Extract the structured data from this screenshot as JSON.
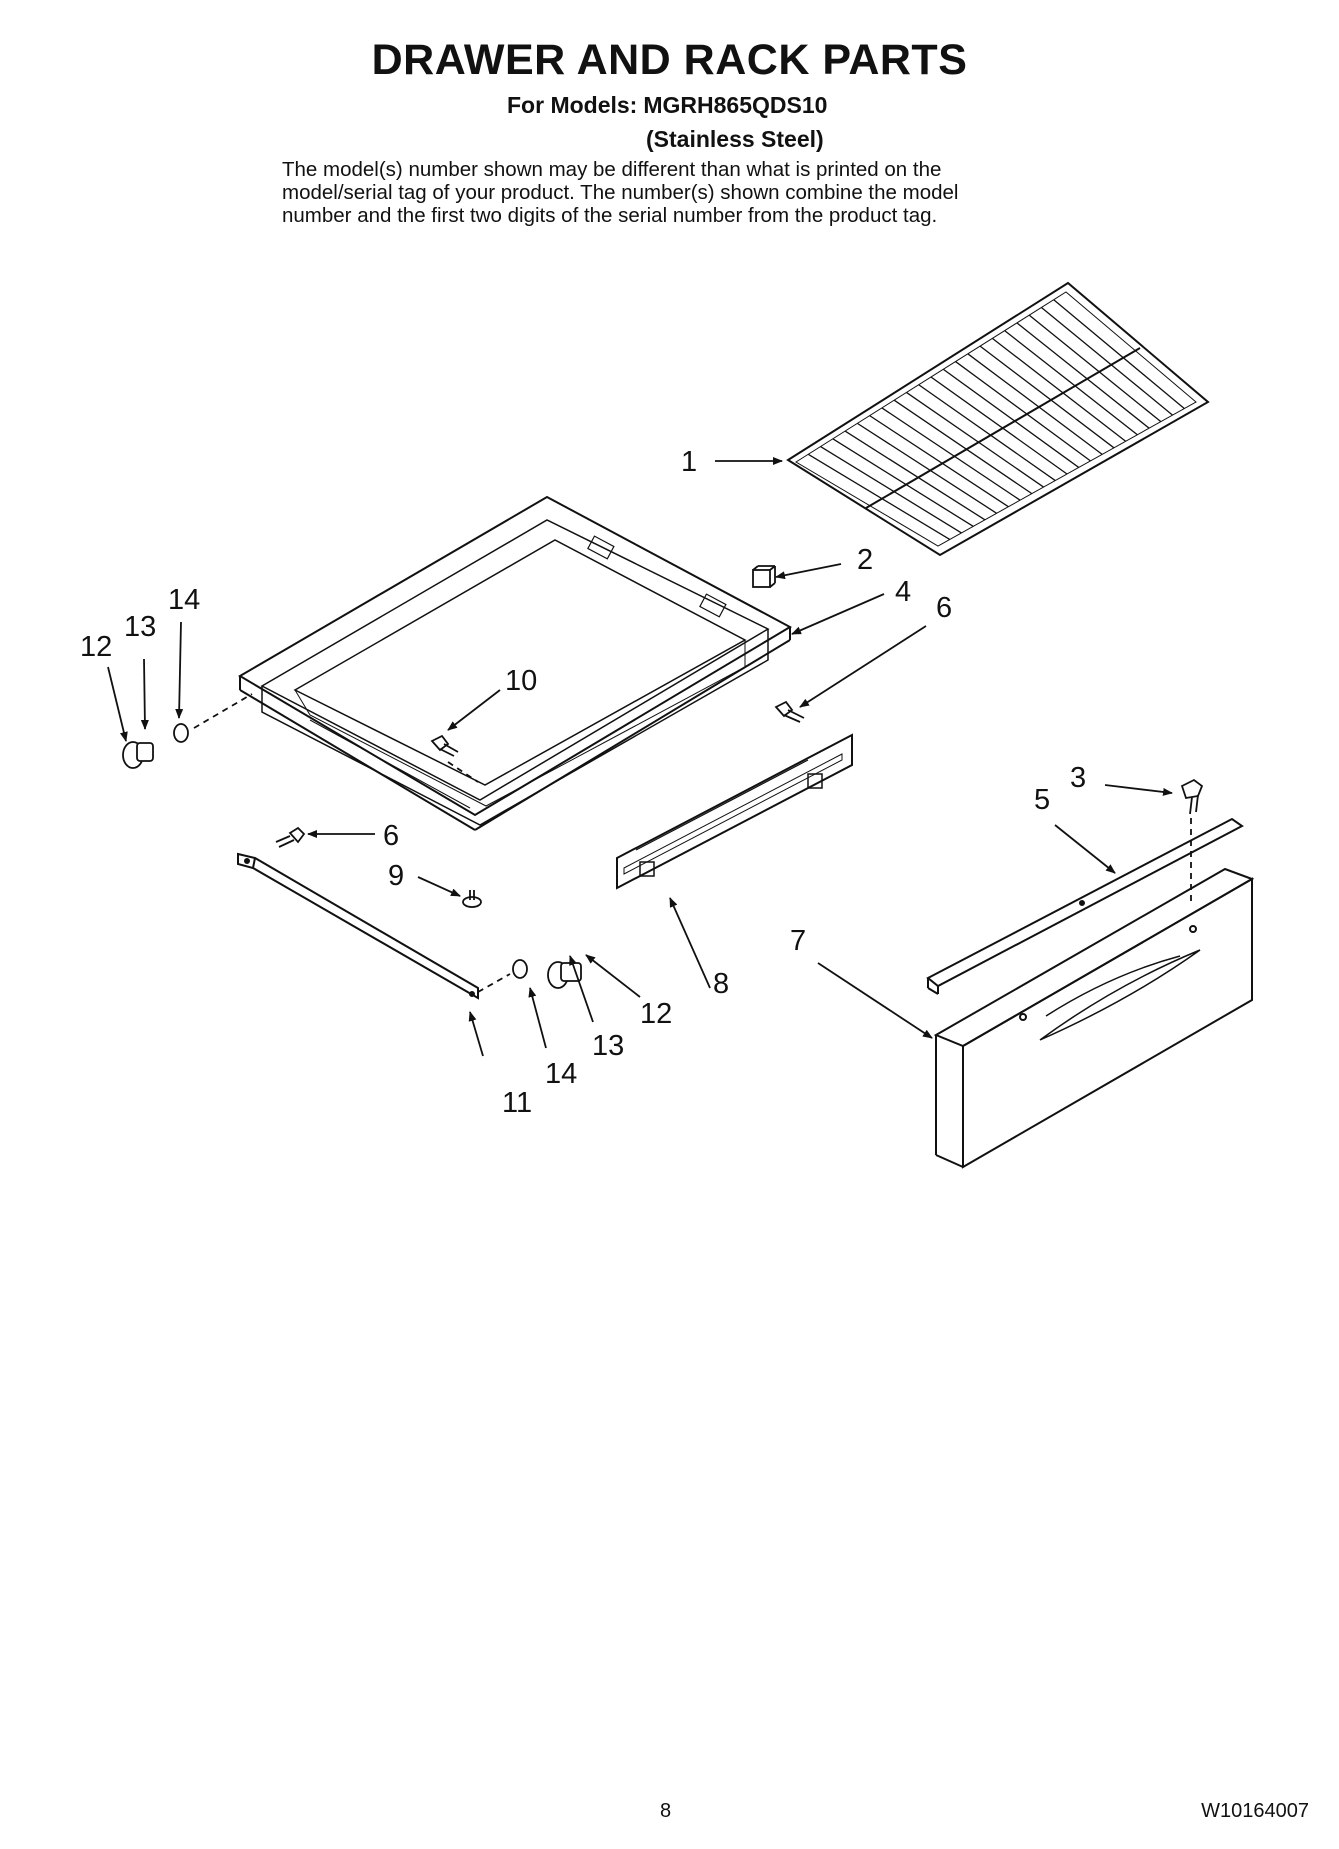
{
  "header": {
    "title": "DRAWER AND RACK PARTS",
    "models_label": "For Models:",
    "model_number": "MGRH865QDS10",
    "variant": "(Stainless Steel)"
  },
  "disclaimer": {
    "line1": "The model(s) number shown may be different than what is printed on the",
    "line2": "model/serial tag of your product. The number(s) shown combine the model",
    "line3": "number and the first two digits of the serial number from the product tag."
  },
  "callouts": {
    "rack": "1",
    "part2": "2",
    "part3": "3",
    "part4": "4",
    "part5": "5",
    "part6_right": "6",
    "part6_left": "6",
    "part7": "7",
    "part8": "8",
    "part9": "9",
    "part10": "10",
    "part11": "11",
    "part12_left": "12",
    "part12_mid": "12",
    "part13_left": "13",
    "part13_mid": "13",
    "part14_left": "14",
    "part14_mid": "14"
  },
  "footer": {
    "page_number": "8",
    "doc_number": "W10164007"
  }
}
